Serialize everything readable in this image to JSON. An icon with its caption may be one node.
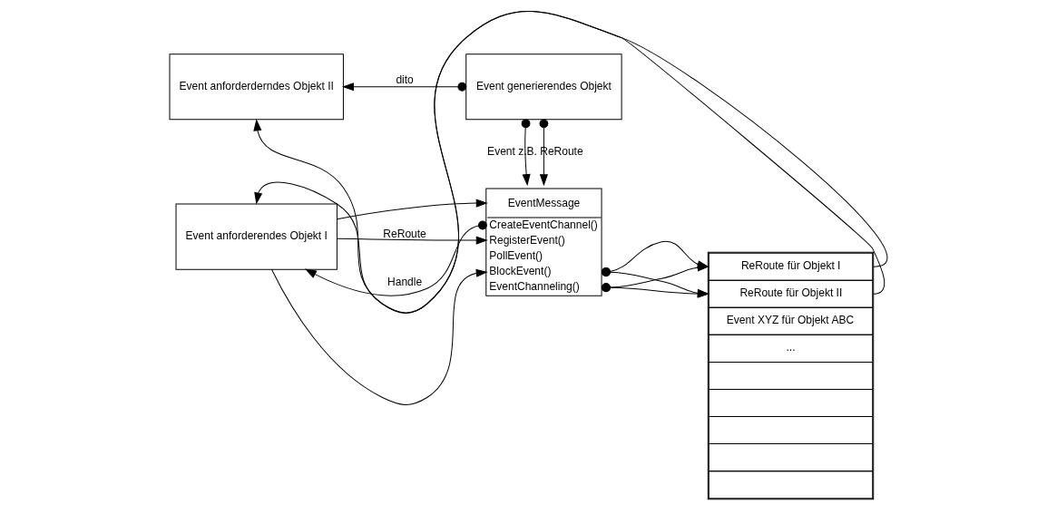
{
  "diagram": {
    "nodes": [
      {
        "text": [
          "Event anforderendes Objekt I"
        ]
      },
      {
        "text": [
          "EventMessage",
          "CreateEventChannel()",
          "RegisterEvent()",
          "PollEvent()",
          "BlockEvent()",
          "EventChanneling()"
        ]
      },
      {
        "text": [
          "ReRoute für Objekt I",
          "ReRoute für Objekt II",
          "Event XYZ für Objekt ABC",
          "..."
        ]
      },
      {
        "text": [
          "Event anforderderndes Objekt II"
        ]
      },
      {
        "text": [
          "Event generierendes Objekt"
        ]
      }
    ],
    "edges": [
      {
        "from": 0,
        "to": 1,
        "arrow": "to"
      },
      {
        "from": 1,
        "to": 0,
        "arrow": "to",
        "label": "Handle"
      },
      {
        "from": 0,
        "to": 1,
        "arrow": "to",
        "label": "ReRoute"
      },
      {
        "from": 0,
        "to": 1,
        "arrow": "to"
      },
      {
        "from": 1,
        "to": 2,
        "arrow": "to"
      },
      {
        "from": 1,
        "to": 2,
        "arrow": "to"
      },
      {
        "from": 1,
        "to": 2,
        "arrow": "to"
      },
      {
        "from": 1,
        "to": 2,
        "arrow": "to"
      },
      {
        "from": 2,
        "to": 0,
        "arrow": "to"
      },
      {
        "from": 2,
        "to": 3,
        "arrow": "to"
      },
      {
        "from": 4,
        "to": 1,
        "arrow": "to",
        "label": "Event z.B. ReRoute"
      },
      {
        "from": 4,
        "to": 1,
        "arrow": "to"
      },
      {
        "from": 4,
        "to": 3,
        "arrow": "to",
        "label": "dito"
      }
    ]
  }
}
